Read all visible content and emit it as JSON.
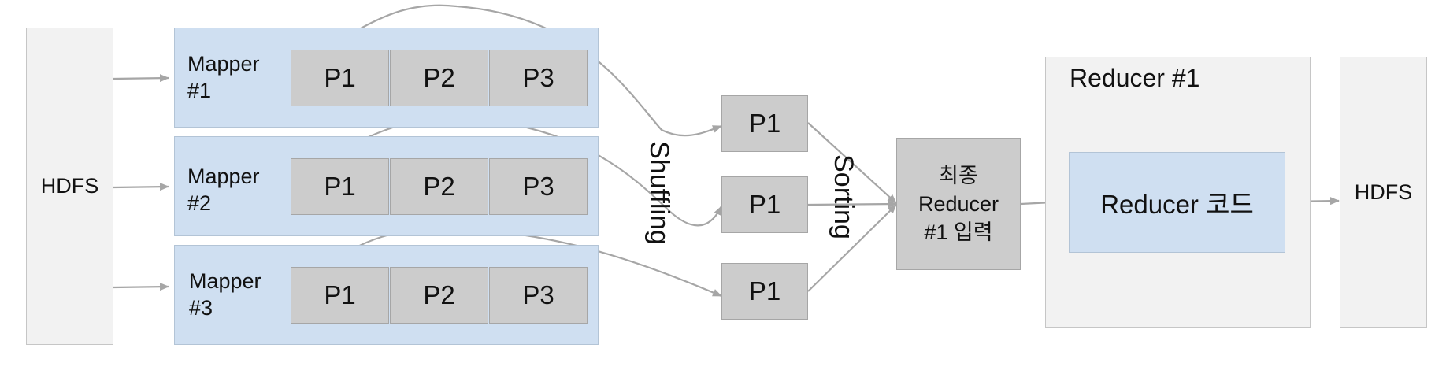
{
  "hdfs_input": {
    "label": "HDFS"
  },
  "hdfs_output": {
    "label": "HDFS"
  },
  "mappers": [
    {
      "label": "Mapper\n#1",
      "partitions": [
        "P1",
        "P2",
        "P3"
      ]
    },
    {
      "label": "Mapper\n#2",
      "partitions": [
        "P1",
        "P2",
        "P3"
      ]
    },
    {
      "label": "Mapper\n#3",
      "partitions": [
        "P1",
        "P2",
        "P3"
      ]
    }
  ],
  "shuffled_partitions": [
    "P1",
    "P1",
    "P1"
  ],
  "shuffling_label": "Shuffling",
  "sorting_label": "Sorting",
  "merged_input": {
    "line1": "최종",
    "line2": "Reducer",
    "line3": "#1 입력"
  },
  "reducer": {
    "title": "Reducer #1",
    "code_label": "Reducer 코드"
  },
  "colors": {
    "mapper_bg": "#cfdff1",
    "partition_bg": "#cccccc",
    "hdfs_bg": "#f2f2f2",
    "arrow": "#a6a6a6"
  }
}
